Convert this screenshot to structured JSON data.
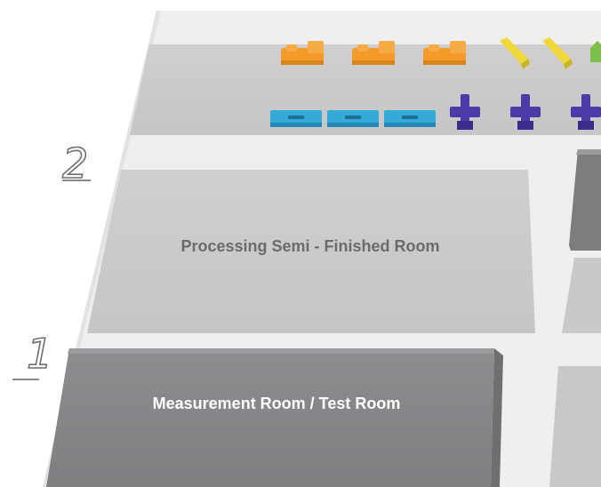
{
  "floors": [
    {
      "number": "2",
      "rooms": [
        {
          "label": "Processing Semi - Finished Room"
        }
      ]
    },
    {
      "number": "1",
      "rooms": [
        {
          "label": "Measurement Room / Test Room"
        }
      ]
    }
  ],
  "equipment": {
    "orange_count": 3,
    "yellow_count": 2,
    "green_count": 1,
    "cyan_count": 3,
    "purple_count": 3
  },
  "colors": {
    "floor_platform": "#f2f2f2",
    "zone_light": "#cbcbcb",
    "room_dark": "#8a8a8c",
    "orange": "#f39a2a",
    "yellow": "#f1d83a",
    "green": "#7cc04a",
    "cyan": "#33a9d8",
    "purple": "#4b3aa8"
  }
}
